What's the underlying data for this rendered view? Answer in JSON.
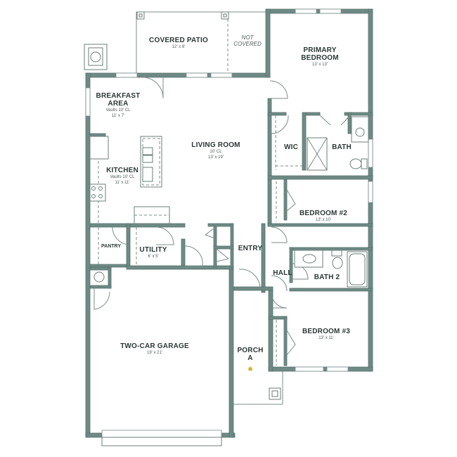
{
  "plan": {
    "wall_color": "#6f8a85",
    "text_color": "#2b3836",
    "accent_color": "#d4b334",
    "rooms": [
      {
        "id": "covered-patio",
        "name": "COVERED PATIO",
        "dims": "12' x 8'"
      },
      {
        "id": "not-covered",
        "name_line1": "NOT",
        "name_line2": "COVERED"
      },
      {
        "id": "primary-bedroom",
        "name_line1": "PRIMARY",
        "name_line2": "BEDROOM",
        "dims": "13' x 13'"
      },
      {
        "id": "breakfast-area",
        "name_line1": "BREAKFAST",
        "name_line2": "AREA",
        "ceiling": "Vaults 10' CL",
        "dims": "11' x 7'"
      },
      {
        "id": "living-room",
        "name": "LIVING ROOM",
        "ceiling": "10' CL",
        "dims": "13' x 19'"
      },
      {
        "id": "kitchen",
        "name": "KITCHEN",
        "ceiling": "Vaults 10' CL",
        "dims": "11' x 11'"
      },
      {
        "id": "wic",
        "name": "WIC"
      },
      {
        "id": "bath",
        "name": "BATH"
      },
      {
        "id": "bedroom-2",
        "name": "BEDROOM #2",
        "dims": "13' x 10'"
      },
      {
        "id": "pantry",
        "name": "PANTRY"
      },
      {
        "id": "utility",
        "name": "UTILITY",
        "dims": "6' x 5'"
      },
      {
        "id": "entry",
        "name": "ENTRY"
      },
      {
        "id": "hall",
        "name": "HALL"
      },
      {
        "id": "bath-2",
        "name": "BATH 2"
      },
      {
        "id": "bedroom-3",
        "name": "BEDROOM #3",
        "dims": "13' x 11'"
      },
      {
        "id": "two-car-garage",
        "name": "TWO-CAR GARAGE",
        "dims": "19' x 21'"
      },
      {
        "id": "porch",
        "name_line1": "PORCH",
        "name_line2": "A",
        "icon": "stairs-icon"
      }
    ]
  }
}
